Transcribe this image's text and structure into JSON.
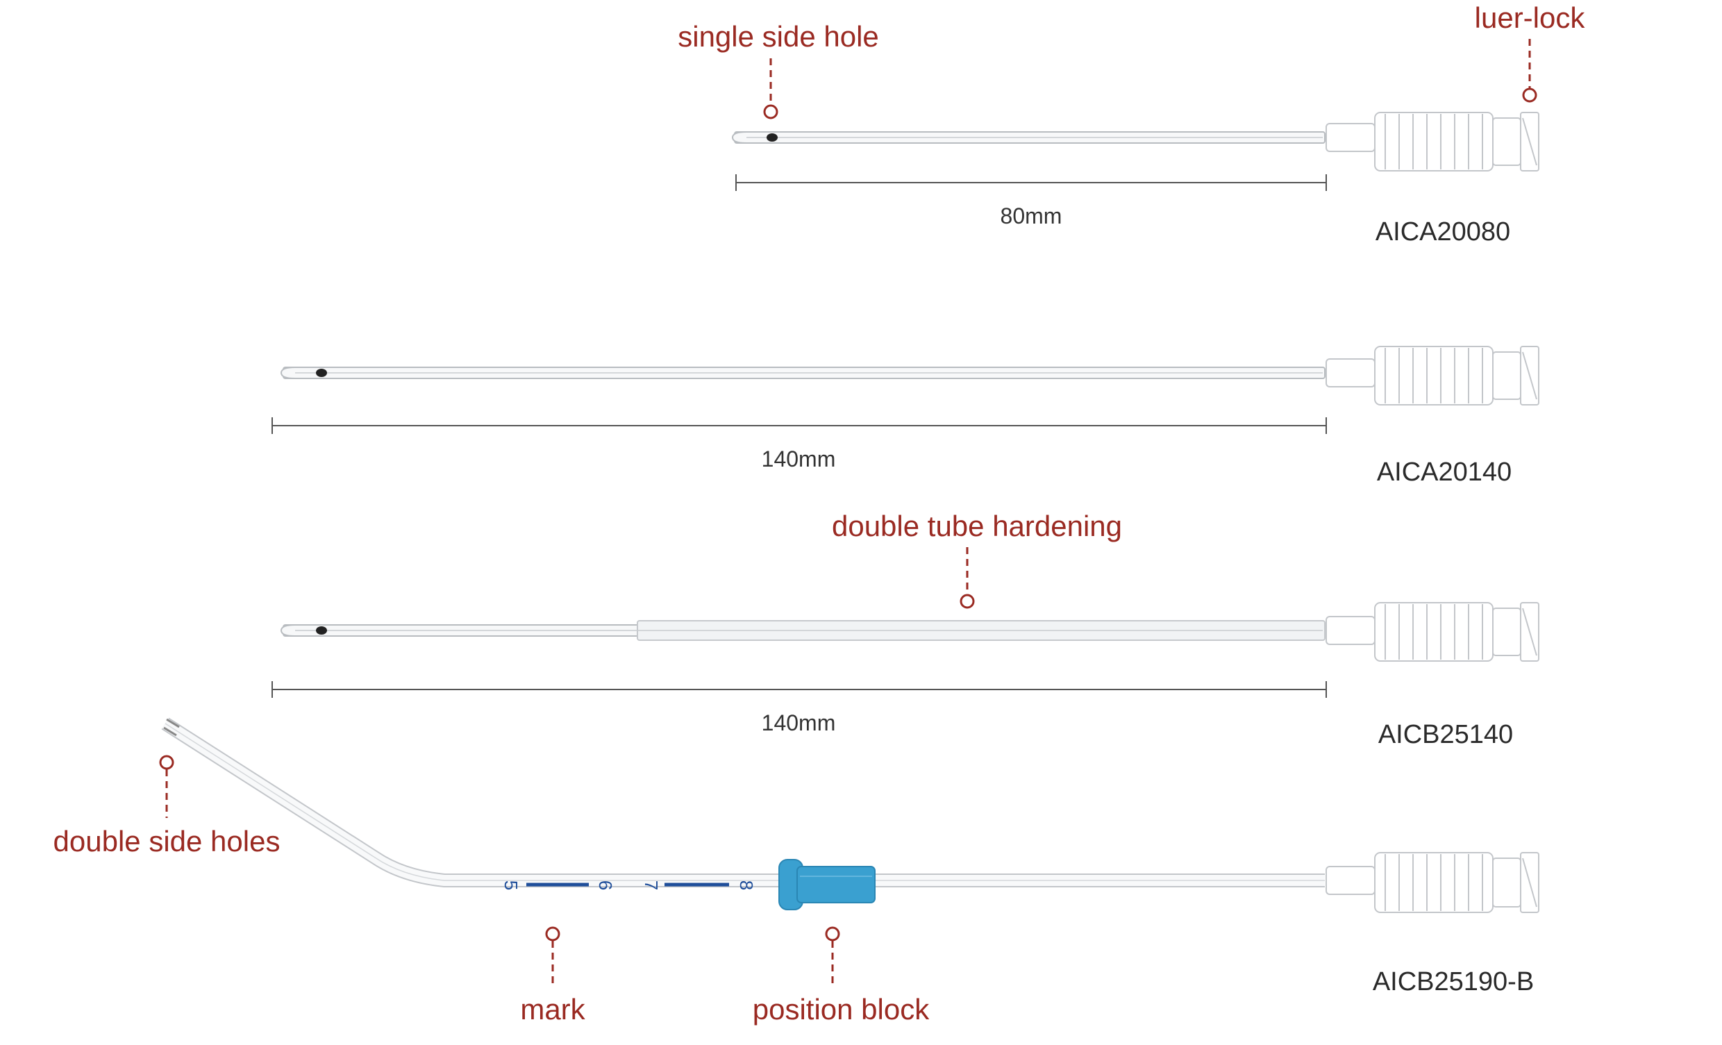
{
  "callouts": {
    "single_side_hole": "single side hole",
    "luer_lock": "luer-lock",
    "double_tube_hardening": "double tube hardening",
    "double_side_holes": "double side holes",
    "mark": "mark",
    "position_block": "position block"
  },
  "products": [
    {
      "code": "AICA20080",
      "length": "80mm"
    },
    {
      "code": "AICA20140",
      "length": "140mm"
    },
    {
      "code": "AICB25140",
      "length": "140mm"
    },
    {
      "code": "AICB25190-B"
    }
  ],
  "scale_marks": [
    "5",
    "6",
    "7",
    "8"
  ],
  "colors": {
    "callout": "#9a2a22",
    "mark": "#1f4e9a",
    "position_block": "#3aa0d0",
    "tube": "#f7f8f9"
  }
}
